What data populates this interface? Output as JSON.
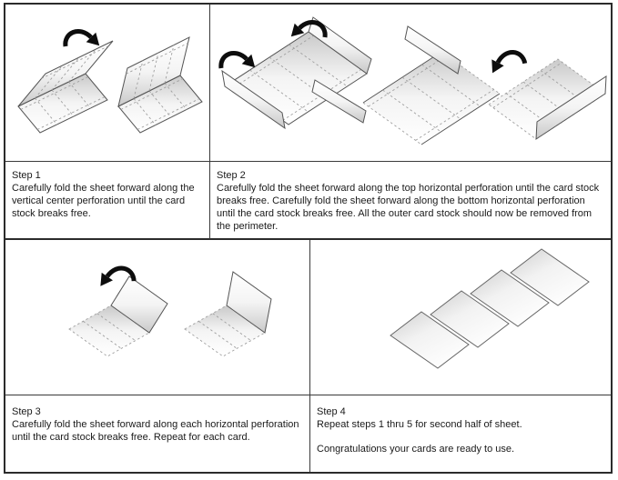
{
  "panels": [
    {
      "id": "step-1",
      "step": "Step 1",
      "text": "Carefully fold the sheet forward along the vertical center perforation until the card stock breaks free."
    },
    {
      "id": "step-2",
      "step": "Step 2",
      "text": "Carefully fold the sheet forward along the top horizontal perforation until the card stock breaks free. Carefully fold the sheet forward along the bottom horizontal perforation until the card stock breaks free. All the outer card stock should now be removed from the perimeter."
    },
    {
      "id": "step-3",
      "step": "Step 3",
      "text": "Carefully fold the sheet forward along each horizontal perforation until the card stock breaks free. Repeat for each card."
    },
    {
      "id": "step-4",
      "step": "Step 4",
      "text": "Repeat steps 1 thru 5 for second half of sheet.",
      "text2": "Congratulations your cards are ready to use."
    }
  ],
  "colors": {
    "border": "#2b2b2b",
    "outline": "#555555",
    "perforation_dash": "#9f9f9f",
    "arrow": "#0d0d0d",
    "text": "#1a1a1a",
    "background": "#ffffff"
  }
}
